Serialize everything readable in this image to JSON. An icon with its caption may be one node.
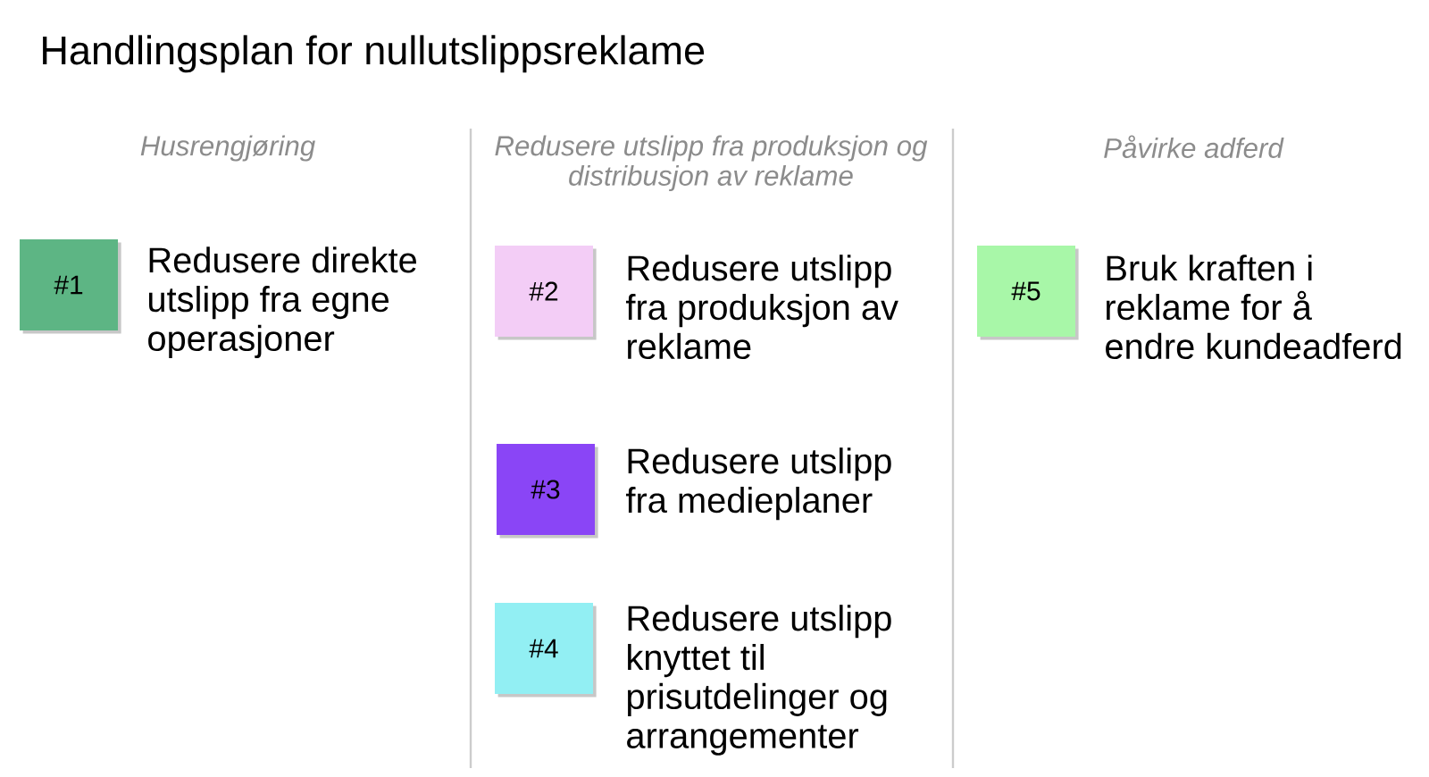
{
  "diagram": {
    "title": "Handlingsplan for nullutslippsreklame",
    "nodes": [
      {
        "text": [
          "#1"
        ],
        "beside": [
          "Redusere direkte utslipp fra egne operasjoner"
        ]
      },
      {
        "text": [
          "#2"
        ],
        "beside": [
          "Redusere utslipp fra produksjon av reklame"
        ]
      },
      {
        "text": [
          "#3"
        ],
        "beside": [
          "Redusere utslipp fra medieplaner"
        ]
      },
      {
        "text": [
          "#4"
        ],
        "beside": [
          "Redusere utslipp knyttet til prisutdelinger og arrangementer"
        ]
      },
      {
        "text": [
          "#5"
        ],
        "beside": [
          "Bruk kraften i reklame for å endre kundeadferd"
        ]
      }
    ],
    "labels": [
      "Husrengjøring",
      "Redusere utslipp fra produksjon og distribusjon av reklame",
      "Påvirke adferd"
    ]
  }
}
